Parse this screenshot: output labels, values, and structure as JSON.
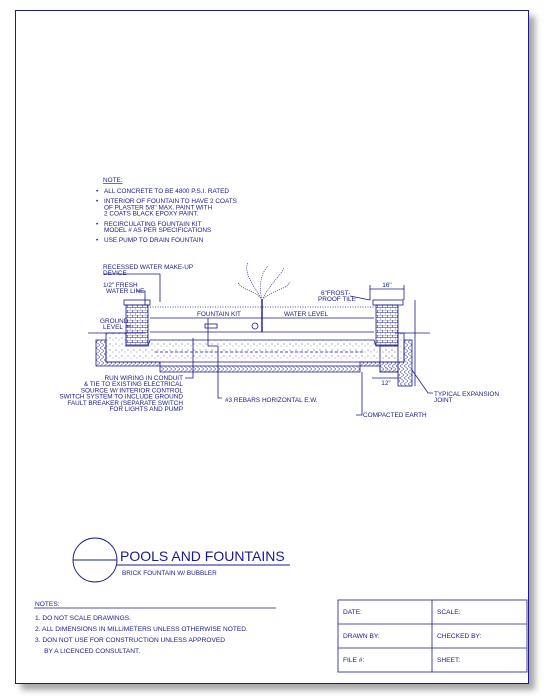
{
  "notes_top": {
    "heading": "NOTE:",
    "items": [
      [
        "ALL CONCRETE TO BE 4800 P.S.I. RATED"
      ],
      [
        "INTERIOR OF FOUNTAIN TO HAVE 2 COATS",
        "OF PLASTER 5/8\" MAX.  PAINT WITH",
        "2 COATS BLACK EPOXY PAINT."
      ],
      [
        "RECIRCULATING FOUNTAIN KIT",
        "MODEL # AS PER SPECIFICATIONS"
      ],
      [
        "USE PUMP TO DRAIN FOUNTAIN"
      ]
    ]
  },
  "labels": {
    "makeup": [
      "RECESSED WATER MAKE-UP",
      "DEVICE"
    ],
    "fresh": [
      "1/2\" FRESH",
      "WATER LINE"
    ],
    "ground": [
      "GROUND",
      "LEVEL"
    ],
    "fountain_kit": "FOUNTAIN KIT",
    "water_level": "WATER LEVEL",
    "frost": [
      "6\"FROST-",
      "PROOF TILE"
    ],
    "dim16": "16\"",
    "dim12": "12\"",
    "wiring": [
      "RUN WIRING IN CONDUIT",
      "& TIE TO EXISTING ELECTRICAL",
      "SOURCE W/ INTERIOR CONTROL",
      "SWITCH SYSTEM TO INCLUDE GROUND",
      "FAULT BREAKER (SEPARATE SWITCH",
      "FOR LIGHTS AND PUMP"
    ],
    "rebars": "#3 REBARS HORIZONTAL E.W.",
    "compacted": "COMPACTED EARTH",
    "expansion": [
      "TYPICAL EXPANSION",
      "JOINT"
    ]
  },
  "title_block": {
    "title": "POOLS AND FOUNTAINS",
    "subtitle": "BRICK FOUNTAIN W/ BUBBLER"
  },
  "notes_bottom": {
    "heading": "NOTES:",
    "lines": [
      "1.  DO NOT SCALE DRAWINGS.",
      "2.  ALL DIMENSIONS IN MILLIMETERS UNLESS OTHERWISE NOTED.",
      "3. DON NOT USE FOR CONSTRUCTION UNLESS APPROVED",
      "     BY A LICENCED CONSULTANT."
    ]
  },
  "info_table": {
    "date": "DATE:",
    "scale": "SCALE:",
    "drawn_by": "DRAWN BY:",
    "checked_by": "CHECKED BY:",
    "file": "FILE #:",
    "sheet": "SHEET:"
  },
  "colors": {
    "ink": "#1a1a8c",
    "paper": "#ffffff"
  }
}
